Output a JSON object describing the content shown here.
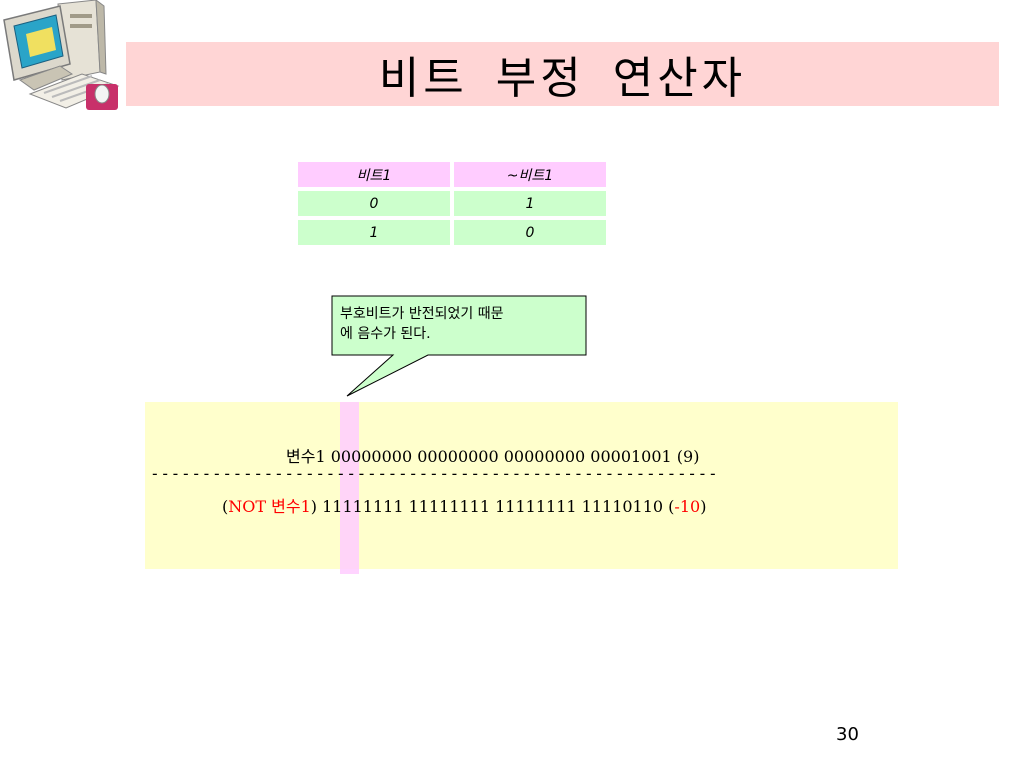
{
  "slide": {
    "title": "비트 부정 연산자",
    "page_number": "30"
  },
  "truth_table": {
    "headers": [
      "비트1",
      "~비트1"
    ],
    "rows": [
      [
        "0",
        "1"
      ],
      [
        "1",
        "0"
      ]
    ]
  },
  "callout": {
    "text_line1": "부호비트가 반전되었기 때문",
    "text_line2": "에 음수가 된다."
  },
  "code": {
    "line1": "변수1 00000000 00000000 00000000 00001001 (9)",
    "separator": "-------------------------------------------------------",
    "line3_open": "(",
    "line3_not": "NOT 변수1",
    "line3_bits": ") 11111111 11111111 11111111 11110110 (",
    "line3_value": "-10",
    "line3_close": ")"
  },
  "colors": {
    "title_bar": "#ffd5d5",
    "table_header": "#ffccff",
    "table_row": "#ccffcc",
    "callout_fill": "#ccffcc",
    "code_box": "#ffffcc",
    "highlight": "#ffccff",
    "emphasis": "#ff0000"
  },
  "icons": {
    "clipart": "computer-icon"
  }
}
